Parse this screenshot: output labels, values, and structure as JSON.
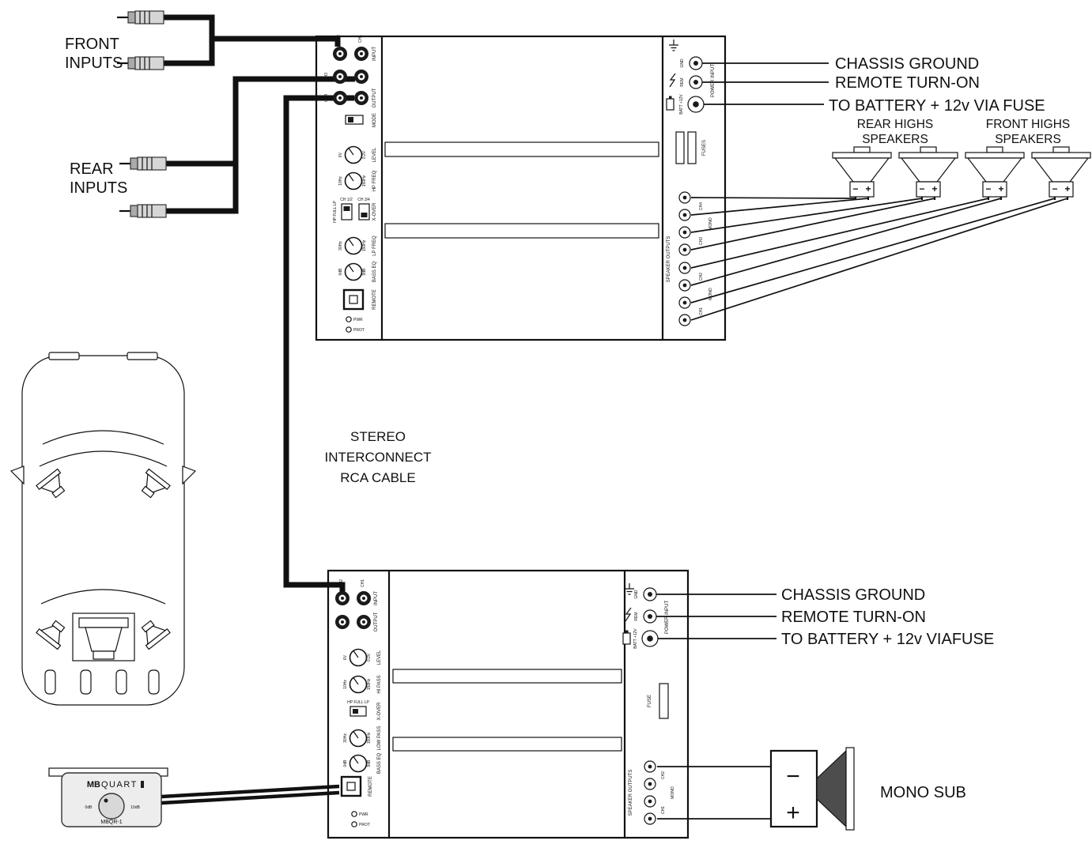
{
  "labels": {
    "front_inputs": [
      "FRONT",
      "INPUTS"
    ],
    "rear_inputs": [
      "REAR",
      "INPUTS"
    ],
    "interconnect": [
      "STEREO",
      "INTERCONNECT",
      "RCA CABLE"
    ],
    "mono_sub": "MONO SUB"
  },
  "amp4": {
    "power": {
      "chassis_ground": "CHASSIS GROUND",
      "remote_turn_on": "REMOTE TURN-ON",
      "battery": "TO BATTERY + 12v VIA FUSE"
    },
    "speaker_groups": {
      "rear": [
        "REAR HIGHS",
        "SPEAKERS"
      ],
      "front": [
        "FRONT HIGHS",
        "SPEAKERS"
      ]
    },
    "panel": {
      "input": "INPUT",
      "output": "OUTPUT",
      "jacks": [
        "CH2",
        "CH1",
        "CH3",
        "CH4"
      ],
      "mode": "MODE",
      "level": "LEVEL",
      "level_min": "6V",
      "level_max": "0.2V",
      "hp_freq": "HP FREQ",
      "hp_min": "10Hz",
      "hp_max": "150Hz",
      "xover": "X-OVER",
      "xover_range": "HP FULL LP",
      "xover_ch12": "CH 1/2",
      "xover_ch34": "CH 3/4",
      "lp_freq": "LP FREQ",
      "lp_min": "30Hz",
      "lp_max": "150Hz",
      "bass_eq": "BASS EQ",
      "bass_min": "0dB",
      "bass_max": "9dB",
      "remote": "REMOTE",
      "pwr": "PWR",
      "prot": "PROT"
    },
    "right": {
      "gnd": "GND",
      "rem": "REM",
      "batt": "BATT +12V",
      "power_input": "POWER INPUT",
      "fuses": "FUSES",
      "speaker_outputs": "SPEAKER OUTPUTS",
      "ch": [
        "CH4",
        "CH3",
        "CH2",
        "CH1"
      ],
      "mono": "MONO"
    }
  },
  "amp_mono": {
    "power": {
      "chassis_ground": "CHASSIS GROUND",
      "remote_turn_on": "REMOTE TURN-ON",
      "battery": "TO BATTERY + 12v VIAFUSE"
    },
    "panel": {
      "input": "INPUT",
      "output": "OUTPUT",
      "jacks": [
        "CH2",
        "CH1"
      ],
      "level": "LEVEL",
      "level_min": "6V",
      "level_max": "0.2V",
      "hi_pass": "HI PASS",
      "hp_min": "10Hz",
      "hp_max": "150Hz",
      "xover": "X-OVER",
      "xover_range": "HP FULL LP",
      "low_pass": "LOW PASS",
      "lp_min": "30Hz",
      "lp_max": "150Hz",
      "bass_eq": "BASS EQ",
      "bass_min": "0dB",
      "bass_max": "9dB",
      "remote": "REMOTE",
      "pwr": "PWR",
      "prot": "PROT"
    },
    "right": {
      "gnd": "GND",
      "rem": "REM",
      "batt": "BATT +12V",
      "power_input": "POWER INPUT",
      "fuse": "FUSE",
      "speaker_outputs": "SPEAKER OUTPUTS",
      "ch": [
        "CH2",
        "CH1"
      ],
      "mono": "MONO"
    }
  },
  "speaker": {
    "minus": "−",
    "plus": "+"
  },
  "sub": {
    "minus": "−",
    "plus": "+"
  },
  "remote_control": {
    "brand_bold": "MB",
    "brand_light": "QUART",
    "model": "MBQR-1",
    "min": "0dB",
    "max": "10dB"
  }
}
